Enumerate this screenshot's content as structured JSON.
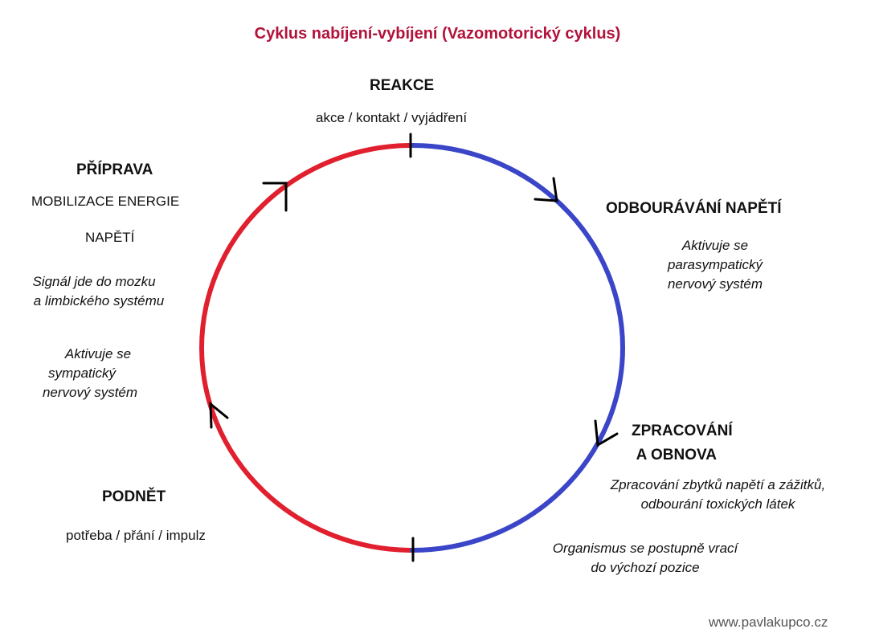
{
  "title": "Cyklus nabíjení-vybíjení (Vazomotorický cyklus)",
  "colors": {
    "title": "#b3123a",
    "charge_arc": "#e0202e",
    "discharge_arc": "#3a45c8",
    "markers": "#000000"
  },
  "stages": {
    "reakce": {
      "heading": "REAKCE",
      "subtitle": "akce / kontakt / vyjádření"
    },
    "odbouravani": {
      "heading": "ODBOURÁVÁNÍ NAPĚTÍ",
      "note": [
        "Aktivuje se",
        "parasympatický",
        "nervový systém"
      ]
    },
    "zpracovani": {
      "heading_lines": [
        "ZPRACOVÁNÍ",
        "A OBNOVA"
      ],
      "note1": [
        "Zpracování zbytků napětí a zážitků,",
        "odbourání toxických látek"
      ],
      "note2": [
        "Organismus se postupně vrací",
        "do výchozí pozice"
      ]
    },
    "podnet": {
      "heading": "PODNĚT",
      "subtitle": "potřeba / přání / impulz"
    },
    "priprava": {
      "heading": "PŘÍPRAVA",
      "line1": "MOBILIZACE ENERGIE",
      "line2": "NAPĚTÍ",
      "note1": [
        "Signál jde do mozku",
        "a limbického systému"
      ],
      "note2": [
        "Aktivuje se",
        "sympatický",
        "nervový systém"
      ]
    }
  },
  "watermark": "www.pavlakupco.cz"
}
